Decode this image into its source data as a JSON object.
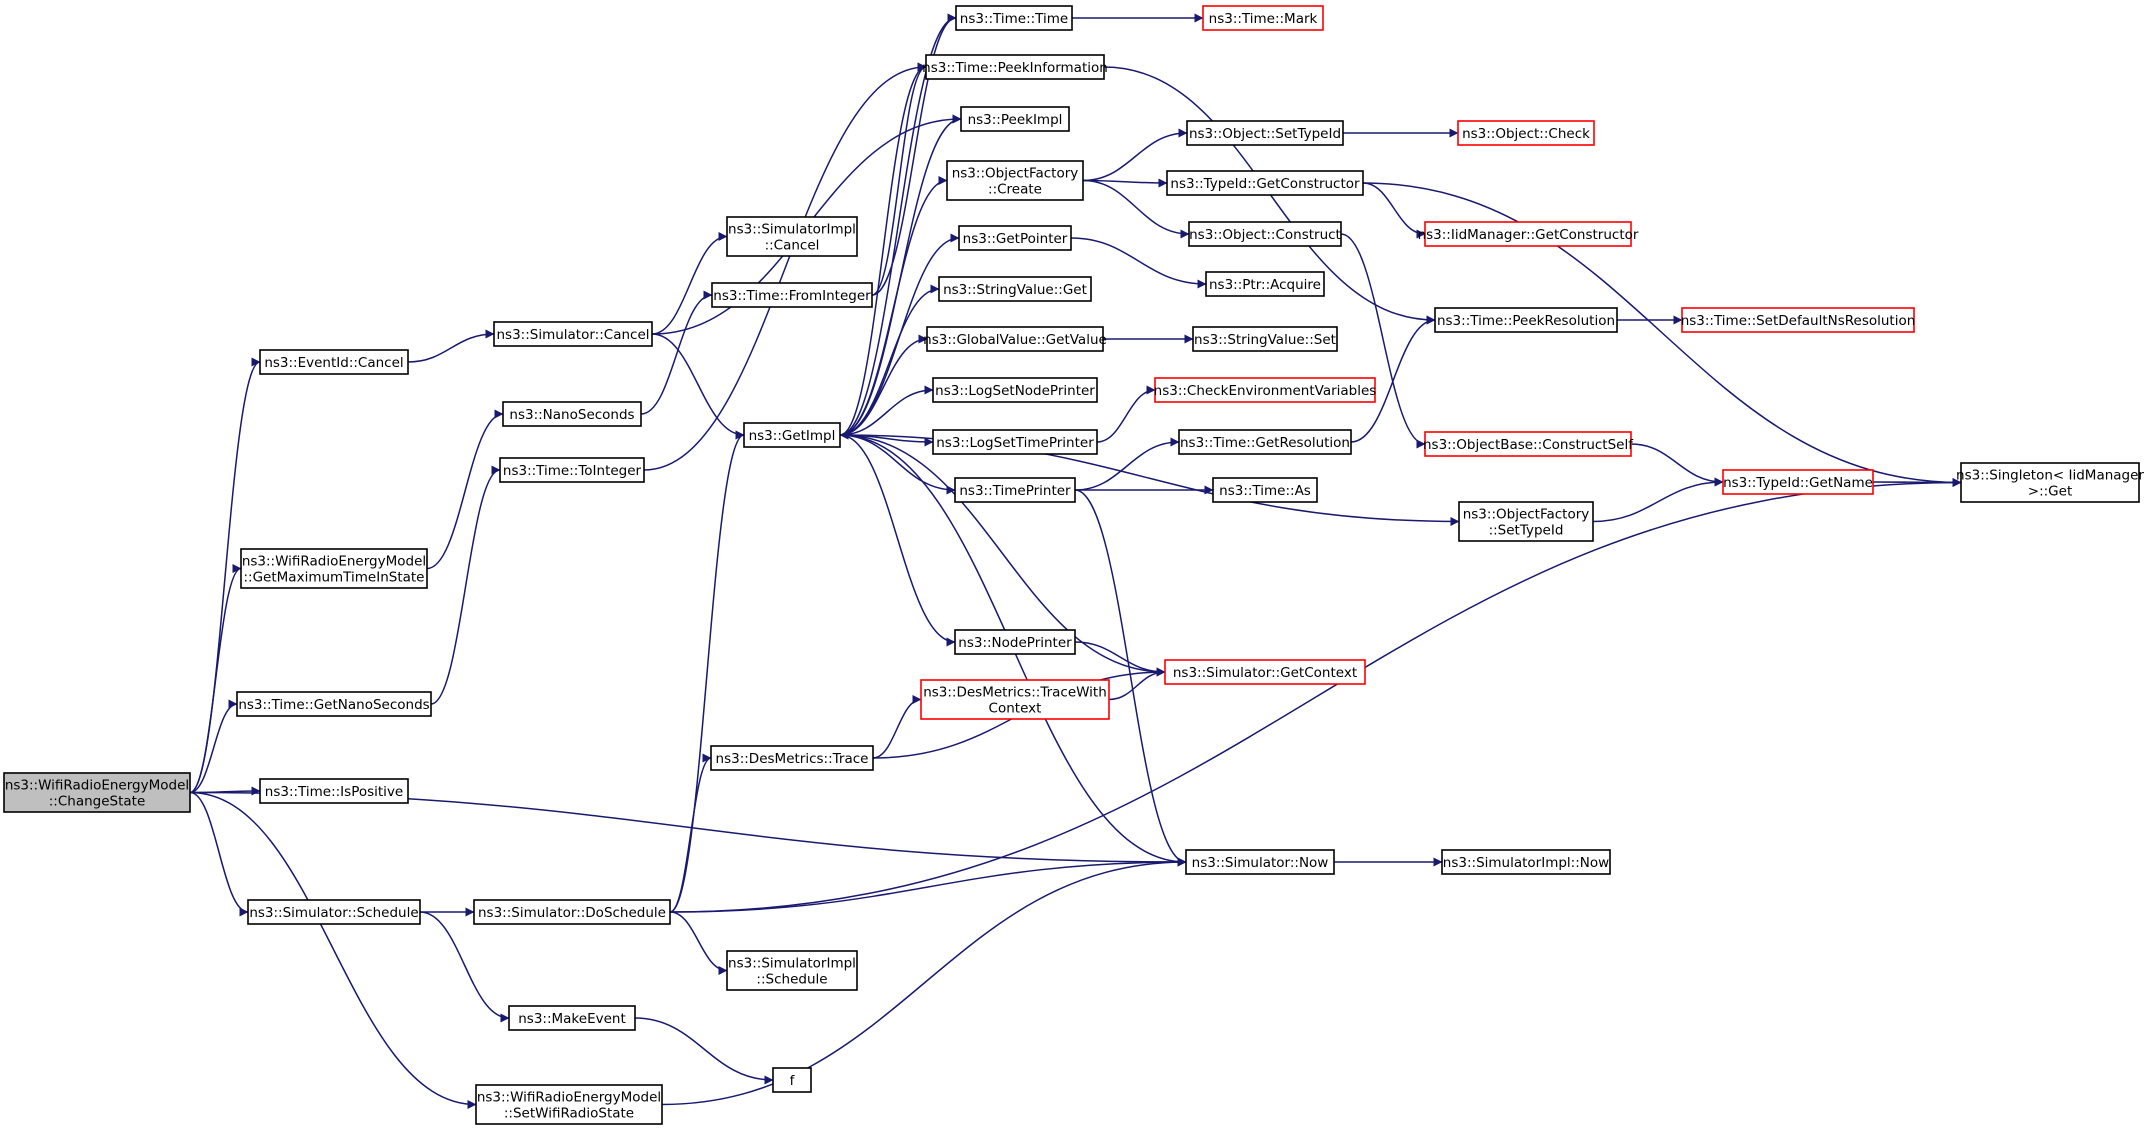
{
  "diagram": {
    "colors": {
      "edge": "#191970",
      "root_fill": "#bfbfbf",
      "border": "#000000",
      "external_border": "#ff0000"
    },
    "nodes": [
      {
        "id": "root",
        "lines": [
          "ns3::WifiRadioEnergyModel",
          "::ChangeState"
        ],
        "style": "root"
      },
      {
        "id": "eventid_cancel",
        "lines": [
          "ns3::EventId::Cancel"
        ],
        "style": "black"
      },
      {
        "id": "get_max_time",
        "lines": [
          "ns3::WifiRadioEnergyModel",
          "::GetMaximumTimeInState"
        ],
        "style": "black"
      },
      {
        "id": "get_nanoseconds",
        "lines": [
          "ns3::Time::GetNanoSeconds"
        ],
        "style": "black"
      },
      {
        "id": "is_positive",
        "lines": [
          "ns3::Time::IsPositive"
        ],
        "style": "black"
      },
      {
        "id": "sim_schedule",
        "lines": [
          "ns3::Simulator::Schedule"
        ],
        "style": "black"
      },
      {
        "id": "set_wifi_state",
        "lines": [
          "ns3::WifiRadioEnergyModel",
          "::SetWifiRadioState"
        ],
        "style": "black"
      },
      {
        "id": "sim_cancel",
        "lines": [
          "ns3::Simulator::Cancel"
        ],
        "style": "black"
      },
      {
        "id": "nanoseconds",
        "lines": [
          "ns3::NanoSeconds"
        ],
        "style": "black"
      },
      {
        "id": "to_integer",
        "lines": [
          "ns3::Time::ToInteger"
        ],
        "style": "black"
      },
      {
        "id": "do_schedule",
        "lines": [
          "ns3::Simulator::DoSchedule"
        ],
        "style": "black"
      },
      {
        "id": "make_event",
        "lines": [
          "ns3::MakeEvent"
        ],
        "style": "black"
      },
      {
        "id": "simimpl_cancel",
        "lines": [
          "ns3::SimulatorImpl",
          "::Cancel"
        ],
        "style": "black"
      },
      {
        "id": "from_integer",
        "lines": [
          "ns3::Time::FromInteger"
        ],
        "style": "black"
      },
      {
        "id": "get_impl",
        "lines": [
          "ns3::GetImpl"
        ],
        "style": "black"
      },
      {
        "id": "des_trace",
        "lines": [
          "ns3::DesMetrics::Trace"
        ],
        "style": "black"
      },
      {
        "id": "simimpl_schedule",
        "lines": [
          "ns3::SimulatorImpl",
          "::Schedule"
        ],
        "style": "black"
      },
      {
        "id": "f",
        "lines": [
          "f"
        ],
        "style": "black"
      },
      {
        "id": "time_time",
        "lines": [
          "ns3::Time::Time"
        ],
        "style": "black"
      },
      {
        "id": "peek_info",
        "lines": [
          "ns3::Time::PeekInformation"
        ],
        "style": "black"
      },
      {
        "id": "peek_impl",
        "lines": [
          "ns3::PeekImpl"
        ],
        "style": "black"
      },
      {
        "id": "of_create",
        "lines": [
          "ns3::ObjectFactory",
          "::Create"
        ],
        "style": "black"
      },
      {
        "id": "get_pointer",
        "lines": [
          "ns3::GetPointer"
        ],
        "style": "black"
      },
      {
        "id": "stringvalue_get",
        "lines": [
          "ns3::StringValue::Get"
        ],
        "style": "black"
      },
      {
        "id": "globalvalue_getvalue",
        "lines": [
          "ns3::GlobalValue::GetValue"
        ],
        "style": "black"
      },
      {
        "id": "log_set_node_printer",
        "lines": [
          "ns3::LogSetNodePrinter"
        ],
        "style": "black"
      },
      {
        "id": "log_set_time_printer",
        "lines": [
          "ns3::LogSetTimePrinter"
        ],
        "style": "black"
      },
      {
        "id": "time_printer",
        "lines": [
          "ns3::TimePrinter"
        ],
        "style": "black"
      },
      {
        "id": "node_printer",
        "lines": [
          "ns3::NodePrinter"
        ],
        "style": "black"
      },
      {
        "id": "des_trace_ctx",
        "lines": [
          "ns3::DesMetrics::TraceWith",
          "Context"
        ],
        "style": "red"
      },
      {
        "id": "sim_now",
        "lines": [
          "ns3::Simulator::Now"
        ],
        "style": "black"
      },
      {
        "id": "time_mark",
        "lines": [
          "ns3::Time::Mark"
        ],
        "style": "red"
      },
      {
        "id": "obj_settypeid",
        "lines": [
          "ns3::Object::SetTypeId"
        ],
        "style": "black"
      },
      {
        "id": "typeid_getctor",
        "lines": [
          "ns3::TypeId::GetConstructor"
        ],
        "style": "black"
      },
      {
        "id": "obj_construct",
        "lines": [
          "ns3::Object::Construct"
        ],
        "style": "black"
      },
      {
        "id": "ptr_acquire",
        "lines": [
          "ns3::Ptr::Acquire"
        ],
        "style": "black"
      },
      {
        "id": "stringvalue_set",
        "lines": [
          "ns3::StringValue::Set"
        ],
        "style": "black"
      },
      {
        "id": "check_env",
        "lines": [
          "ns3::CheckEnvironmentVariables"
        ],
        "style": "red"
      },
      {
        "id": "time_getres",
        "lines": [
          "ns3::Time::GetResolution"
        ],
        "style": "black"
      },
      {
        "id": "time_as",
        "lines": [
          "ns3::Time::As"
        ],
        "style": "black"
      },
      {
        "id": "sim_getcontext",
        "lines": [
          "ns3::Simulator::GetContext"
        ],
        "style": "red"
      },
      {
        "id": "of_settypeid",
        "lines": [
          "ns3::ObjectFactory",
          "::SetTypeId"
        ],
        "style": "black"
      },
      {
        "id": "simimpl_now",
        "lines": [
          "ns3::SimulatorImpl::Now"
        ],
        "style": "black"
      },
      {
        "id": "object_check",
        "lines": [
          "ns3::Object::Check"
        ],
        "style": "red"
      },
      {
        "id": "iid_getctor",
        "lines": [
          "ns3::IidManager::GetConstructor"
        ],
        "style": "red"
      },
      {
        "id": "peek_resolution",
        "lines": [
          "ns3::Time::PeekResolution"
        ],
        "style": "black"
      },
      {
        "id": "objbase_constructself",
        "lines": [
          "ns3::ObjectBase::ConstructSelf"
        ],
        "style": "red"
      },
      {
        "id": "set_default_ns",
        "lines": [
          "ns3::Time::SetDefaultNsResolution"
        ],
        "style": "red"
      },
      {
        "id": "typeid_getname",
        "lines": [
          "ns3::TypeId::GetName"
        ],
        "style": "red"
      },
      {
        "id": "singleton_get",
        "lines": [
          "ns3::Singleton< IidManager",
          ">::Get"
        ],
        "style": "black"
      }
    ],
    "edges": [
      [
        "root",
        "eventid_cancel"
      ],
      [
        "root",
        "get_max_time"
      ],
      [
        "root",
        "get_nanoseconds"
      ],
      [
        "root",
        "is_positive"
      ],
      [
        "root",
        "sim_now"
      ],
      [
        "root",
        "sim_schedule"
      ],
      [
        "root",
        "set_wifi_state"
      ],
      [
        "eventid_cancel",
        "sim_cancel"
      ],
      [
        "sim_cancel",
        "get_impl"
      ],
      [
        "sim_cancel",
        "peek_impl"
      ],
      [
        "sim_cancel",
        "simimpl_cancel"
      ],
      [
        "get_max_time",
        "nanoseconds"
      ],
      [
        "nanoseconds",
        "from_integer"
      ],
      [
        "from_integer",
        "peek_info"
      ],
      [
        "from_integer",
        "time_time"
      ],
      [
        "get_nanoseconds",
        "to_integer"
      ],
      [
        "to_integer",
        "peek_info"
      ],
      [
        "sim_schedule",
        "do_schedule"
      ],
      [
        "sim_schedule",
        "make_event"
      ],
      [
        "make_event",
        "f"
      ],
      [
        "set_wifi_state",
        "sim_now"
      ],
      [
        "do_schedule",
        "des_trace"
      ],
      [
        "do_schedule",
        "get_impl"
      ],
      [
        "do_schedule",
        "sim_now"
      ],
      [
        "do_schedule",
        "simimpl_schedule"
      ],
      [
        "do_schedule",
        "singleton_get"
      ],
      [
        "des_trace",
        "des_trace_ctx"
      ],
      [
        "des_trace",
        "sim_getcontext"
      ],
      [
        "des_trace_ctx",
        "sim_getcontext"
      ],
      [
        "get_impl",
        "time_time"
      ],
      [
        "get_impl",
        "peek_info"
      ],
      [
        "get_impl",
        "peek_impl"
      ],
      [
        "get_impl",
        "of_create"
      ],
      [
        "get_impl",
        "get_pointer"
      ],
      [
        "get_impl",
        "stringvalue_get"
      ],
      [
        "get_impl",
        "globalvalue_getvalue"
      ],
      [
        "get_impl",
        "log_set_node_printer"
      ],
      [
        "get_impl",
        "log_set_time_printer"
      ],
      [
        "get_impl",
        "time_printer"
      ],
      [
        "get_impl",
        "node_printer"
      ],
      [
        "get_impl",
        "of_settypeid"
      ],
      [
        "sim_now",
        "get_impl"
      ],
      [
        "sim_getcontext",
        "get_impl"
      ],
      [
        "sim_now",
        "simimpl_now"
      ],
      [
        "time_time",
        "time_mark"
      ],
      [
        "peek_info",
        "peek_resolution"
      ],
      [
        "peek_resolution",
        "set_default_ns"
      ],
      [
        "of_create",
        "obj_settypeid"
      ],
      [
        "of_create",
        "typeid_getctor"
      ],
      [
        "of_create",
        "obj_construct"
      ],
      [
        "obj_settypeid",
        "object_check"
      ],
      [
        "typeid_getctor",
        "iid_getctor"
      ],
      [
        "typeid_getctor",
        "singleton_get"
      ],
      [
        "obj_construct",
        "objbase_constructself"
      ],
      [
        "objbase_constructself",
        "typeid_getname"
      ],
      [
        "get_pointer",
        "ptr_acquire"
      ],
      [
        "globalvalue_getvalue",
        "stringvalue_set"
      ],
      [
        "log_set_time_printer",
        "check_env"
      ],
      [
        "time_printer",
        "time_getres"
      ],
      [
        "time_printer",
        "time_as"
      ],
      [
        "time_printer",
        "sim_now"
      ],
      [
        "time_getres",
        "peek_resolution"
      ],
      [
        "node_printer",
        "sim_getcontext"
      ],
      [
        "of_settypeid",
        "typeid_getname"
      ],
      [
        "typeid_getname",
        "singleton_get"
      ]
    ]
  }
}
